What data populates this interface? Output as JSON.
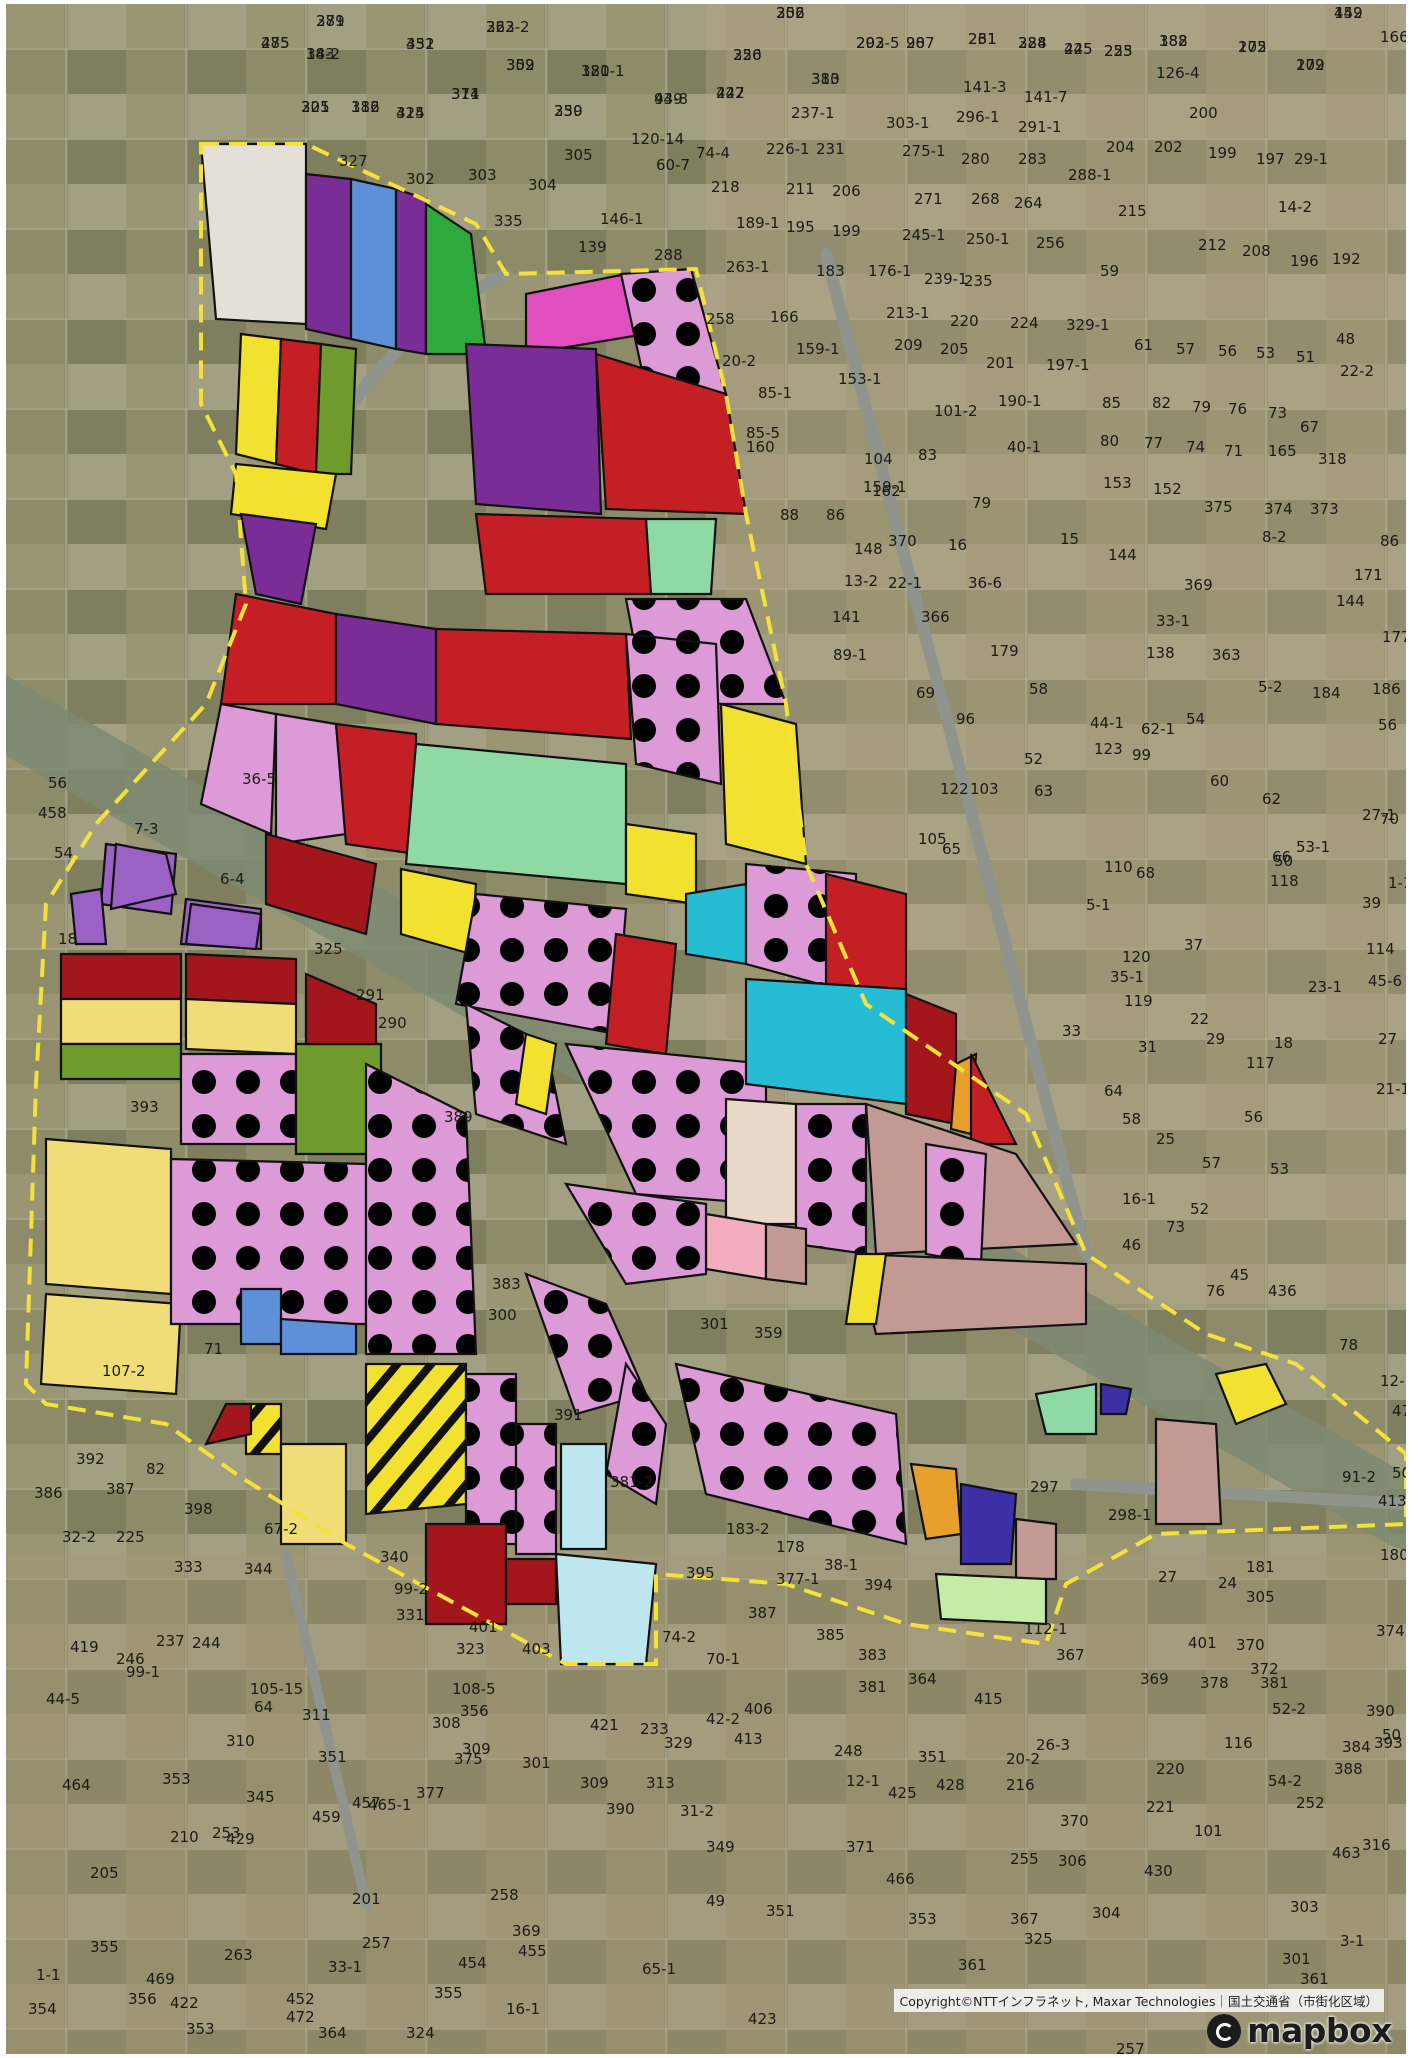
{
  "map": {
    "attribution": "Copyright©NTTインフラネット, Maxar Technologies｜国土交通省（市街化区域）",
    "logo": "mapbox",
    "colors": {
      "satellite_base": "#8b8a67",
      "boundary_line": "#f2e23a",
      "road": "#8f958c",
      "pink_dotted": "#dc9ad6",
      "red": "#c41f24",
      "dark_red": "#a3161b",
      "purple": "#7a2d96",
      "lavender": "#9a62c4",
      "yellow": "#f2e12f",
      "light_yellow": "#f1dd77",
      "green": "#2eaa3c",
      "olive_green": "#6f9a2c",
      "mint": "#8ed9a4",
      "cyan": "#26bcd4",
      "light_cyan": "#bde6ef",
      "blue": "#5e8fd9",
      "navy": "#3d2fa6",
      "magenta": "#e04fbd",
      "rose_brown": "#c29a93",
      "beige": "#e9d9c8",
      "orange": "#e8a02c",
      "light_pink": "#f2aebf",
      "light_green": "#c6eba6",
      "gray_white": "#e4e0d8"
    },
    "plot_labels": [
      {
        "t": "289"
      },
      {
        "t": "285"
      },
      {
        "t": "343"
      },
      {
        "t": "332"
      },
      {
        "t": "262-2"
      },
      {
        "t": "309"
      },
      {
        "t": "311"
      },
      {
        "t": "321"
      },
      {
        "t": "316"
      },
      {
        "t": "314"
      },
      {
        "t": "330"
      },
      {
        "t": "120-1"
      },
      {
        "t": "93-8"
      },
      {
        "t": "250"
      },
      {
        "t": "242"
      },
      {
        "t": "302"
      },
      {
        "t": "310"
      },
      {
        "t": "292-5"
      },
      {
        "t": "98"
      },
      {
        "t": "231"
      },
      {
        "t": "228"
      },
      {
        "t": "225"
      },
      {
        "t": "223"
      },
      {
        "t": "182"
      },
      {
        "t": "175"
      },
      {
        "t": "172"
      },
      {
        "t": "159"
      },
      {
        "t": "166"
      },
      {
        "t": "126-4"
      },
      {
        "t": "141-3"
      },
      {
        "t": "141-7"
      },
      {
        "t": "237-1"
      },
      {
        "t": "303-1"
      },
      {
        "t": "296-1"
      },
      {
        "t": "291-1"
      },
      {
        "t": "200"
      },
      {
        "t": "327"
      },
      {
        "t": "302"
      },
      {
        "t": "303"
      },
      {
        "t": "304"
      },
      {
        "t": "305"
      },
      {
        "t": "120-14"
      },
      {
        "t": "60-7"
      },
      {
        "t": "74-4"
      },
      {
        "t": "226-1"
      },
      {
        "t": "231"
      },
      {
        "t": "275-1"
      },
      {
        "t": "280"
      },
      {
        "t": "283"
      },
      {
        "t": "204"
      },
      {
        "t": "202"
      },
      {
        "t": "199"
      },
      {
        "t": "197"
      },
      {
        "t": "29-1"
      },
      {
        "t": "218"
      },
      {
        "t": "211"
      },
      {
        "t": "206"
      },
      {
        "t": "271"
      },
      {
        "t": "268"
      },
      {
        "t": "264"
      },
      {
        "t": "288-1"
      },
      {
        "t": "215"
      },
      {
        "t": "14-2"
      },
      {
        "t": "335"
      },
      {
        "t": "146-1"
      },
      {
        "t": "189-1"
      },
      {
        "t": "195"
      },
      {
        "t": "199"
      },
      {
        "t": "245-1"
      },
      {
        "t": "250-1"
      },
      {
        "t": "256"
      },
      {
        "t": "212"
      },
      {
        "t": "208"
      },
      {
        "t": "196"
      },
      {
        "t": "192"
      },
      {
        "t": "139"
      },
      {
        "t": "288"
      },
      {
        "t": "263-1"
      },
      {
        "t": "183"
      },
      {
        "t": "176-1"
      },
      {
        "t": "239-1"
      },
      {
        "t": "235"
      },
      {
        "t": "59"
      },
      {
        "t": "258"
      },
      {
        "t": "166"
      },
      {
        "t": "213-1"
      },
      {
        "t": "220"
      },
      {
        "t": "224"
      },
      {
        "t": "329-1"
      },
      {
        "t": "61"
      },
      {
        "t": "57"
      },
      {
        "t": "56"
      },
      {
        "t": "53"
      },
      {
        "t": "51"
      },
      {
        "t": "48"
      },
      {
        "t": "20-2"
      },
      {
        "t": "159-1"
      },
      {
        "t": "153-1"
      },
      {
        "t": "209"
      },
      {
        "t": "205"
      },
      {
        "t": "201"
      },
      {
        "t": "197-1"
      },
      {
        "t": "22-2"
      },
      {
        "t": "85-1"
      },
      {
        "t": "101-2"
      },
      {
        "t": "190-1"
      },
      {
        "t": "85"
      },
      {
        "t": "82"
      },
      {
        "t": "79"
      },
      {
        "t": "76"
      },
      {
        "t": "73"
      },
      {
        "t": "67"
      },
      {
        "t": "85-5"
      },
      {
        "t": "160"
      },
      {
        "t": "104"
      },
      {
        "t": "83"
      },
      {
        "t": "80"
      },
      {
        "t": "77"
      },
      {
        "t": "74"
      },
      {
        "t": "71"
      },
      {
        "t": "165"
      },
      {
        "t": "318"
      },
      {
        "t": "159-1"
      },
      {
        "t": "40-1"
      },
      {
        "t": "162"
      },
      {
        "t": "79"
      },
      {
        "t": "153"
      },
      {
        "t": "152"
      },
      {
        "t": "375"
      },
      {
        "t": "374"
      },
      {
        "t": "373"
      },
      {
        "t": "88"
      },
      {
        "t": "86"
      },
      {
        "t": "15"
      },
      {
        "t": "8-2"
      },
      {
        "t": "148"
      },
      {
        "t": "370"
      },
      {
        "t": "16"
      },
      {
        "t": "86"
      },
      {
        "t": "171"
      },
      {
        "t": "144"
      },
      {
        "t": "369"
      },
      {
        "t": "144"
      },
      {
        "t": "13-2"
      },
      {
        "t": "22-1"
      },
      {
        "t": "36-6"
      },
      {
        "t": "141"
      },
      {
        "t": "366"
      },
      {
        "t": "33-1"
      },
      {
        "t": "177"
      },
      {
        "t": "138"
      },
      {
        "t": "363"
      },
      {
        "t": "89-1"
      },
      {
        "t": "179"
      },
      {
        "t": "58"
      },
      {
        "t": "5-2"
      },
      {
        "t": "184"
      },
      {
        "t": "56"
      },
      {
        "t": "69"
      },
      {
        "t": "96"
      },
      {
        "t": "44-1"
      },
      {
        "t": "62-1"
      },
      {
        "t": "54"
      },
      {
        "t": "186"
      },
      {
        "t": "52"
      },
      {
        "t": "123"
      },
      {
        "t": "99"
      },
      {
        "t": "60"
      },
      {
        "t": "62"
      },
      {
        "t": "122"
      },
      {
        "t": "103"
      },
      {
        "t": "63"
      },
      {
        "t": "50"
      },
      {
        "t": "53-1"
      },
      {
        "t": "27-1"
      },
      {
        "t": "105"
      },
      {
        "t": "65"
      },
      {
        "t": "66"
      },
      {
        "t": "1-1"
      },
      {
        "t": "110"
      },
      {
        "t": "68"
      },
      {
        "t": "5-1"
      },
      {
        "t": "118"
      },
      {
        "t": "39"
      },
      {
        "t": "70"
      },
      {
        "t": "35-1"
      },
      {
        "t": "120"
      },
      {
        "t": "37"
      },
      {
        "t": "114"
      },
      {
        "t": "119"
      },
      {
        "t": "22"
      },
      {
        "t": "18"
      },
      {
        "t": "23-1"
      },
      {
        "t": "45-6"
      },
      {
        "t": "33"
      },
      {
        "t": "31"
      },
      {
        "t": "29"
      },
      {
        "t": "117"
      },
      {
        "t": "27"
      },
      {
        "t": "64"
      },
      {
        "t": "58"
      },
      {
        "t": "25"
      },
      {
        "t": "56"
      },
      {
        "t": "53"
      },
      {
        "t": "57"
      },
      {
        "t": "21-1"
      },
      {
        "t": "16-1"
      },
      {
        "t": "52"
      },
      {
        "t": "73"
      },
      {
        "t": "46"
      },
      {
        "t": "45"
      },
      {
        "t": "76"
      },
      {
        "t": "436"
      },
      {
        "t": "78"
      },
      {
        "t": "12-1"
      },
      {
        "t": "47"
      },
      {
        "t": "413"
      },
      {
        "t": "91-2"
      },
      {
        "t": "50"
      },
      {
        "t": "54"
      },
      {
        "t": "56"
      },
      {
        "t": "458"
      },
      {
        "t": "7-3"
      },
      {
        "t": "6-4"
      },
      {
        "t": "18"
      },
      {
        "t": "325"
      },
      {
        "t": "291"
      },
      {
        "t": "290"
      },
      {
        "t": "36-5"
      },
      {
        "t": "393"
      },
      {
        "t": "389"
      },
      {
        "t": "383"
      },
      {
        "t": "300"
      },
      {
        "t": "301"
      },
      {
        "t": "359"
      },
      {
        "t": "71"
      },
      {
        "t": "107-2"
      },
      {
        "t": "391"
      },
      {
        "t": "381-2"
      },
      {
        "t": "297"
      },
      {
        "t": "298-1"
      },
      {
        "t": "27"
      },
      {
        "t": "24"
      },
      {
        "t": "180"
      },
      {
        "t": "181"
      },
      {
        "t": "305"
      },
      {
        "t": "112-1"
      },
      {
        "t": "183-2"
      },
      {
        "t": "178"
      },
      {
        "t": "38-1"
      },
      {
        "t": "394"
      },
      {
        "t": "395"
      },
      {
        "t": "377-1"
      },
      {
        "t": "387"
      },
      {
        "t": "385"
      },
      {
        "t": "383"
      },
      {
        "t": "381"
      },
      {
        "t": "364"
      },
      {
        "t": "415"
      },
      {
        "t": "367"
      },
      {
        "t": "369"
      },
      {
        "t": "401"
      },
      {
        "t": "370"
      },
      {
        "t": "372"
      },
      {
        "t": "374"
      },
      {
        "t": "378"
      },
      {
        "t": "381"
      },
      {
        "t": "116"
      },
      {
        "t": "393"
      },
      {
        "t": "390"
      },
      {
        "t": "384"
      },
      {
        "t": "52-2"
      },
      {
        "t": "50"
      },
      {
        "t": "388"
      },
      {
        "t": "54-2"
      },
      {
        "t": "392"
      },
      {
        "t": "82"
      },
      {
        "t": "387"
      },
      {
        "t": "386"
      },
      {
        "t": "398"
      },
      {
        "t": "32-2"
      },
      {
        "t": "67-2"
      },
      {
        "t": "225"
      },
      {
        "t": "344"
      },
      {
        "t": "333"
      },
      {
        "t": "340"
      },
      {
        "t": "99-2"
      },
      {
        "t": "331"
      },
      {
        "t": "401"
      },
      {
        "t": "403"
      },
      {
        "t": "323"
      },
      {
        "t": "74-2"
      },
      {
        "t": "70-1"
      },
      {
        "t": "42-2"
      },
      {
        "t": "329"
      },
      {
        "t": "406"
      },
      {
        "t": "413"
      },
      {
        "t": "419"
      },
      {
        "t": "246"
      },
      {
        "t": "237"
      },
      {
        "t": "244"
      },
      {
        "t": "99-1"
      },
      {
        "t": "44-5"
      },
      {
        "t": "64"
      },
      {
        "t": "108-5"
      },
      {
        "t": "105-15"
      },
      {
        "t": "356"
      },
      {
        "t": "311"
      },
      {
        "t": "310"
      },
      {
        "t": "309"
      },
      {
        "t": "308"
      },
      {
        "t": "421"
      },
      {
        "t": "233"
      },
      {
        "t": "248"
      },
      {
        "t": "12-1"
      },
      {
        "t": "351"
      },
      {
        "t": "20-2"
      },
      {
        "t": "26-3"
      },
      {
        "t": "220"
      },
      {
        "t": "221"
      },
      {
        "t": "101"
      },
      {
        "t": "464"
      },
      {
        "t": "353"
      },
      {
        "t": "351"
      },
      {
        "t": "345"
      },
      {
        "t": "377"
      },
      {
        "t": "375"
      },
      {
        "t": "301"
      },
      {
        "t": "309"
      },
      {
        "t": "313"
      },
      {
        "t": "31-2"
      },
      {
        "t": "425"
      },
      {
        "t": "428"
      },
      {
        "t": "216"
      },
      {
        "t": "252"
      },
      {
        "t": "463"
      },
      {
        "t": "316"
      },
      {
        "t": "205"
      },
      {
        "t": "210"
      },
      {
        "t": "253"
      },
      {
        "t": "459"
      },
      {
        "t": "457"
      },
      {
        "t": "465-1"
      },
      {
        "t": "390"
      },
      {
        "t": "349"
      },
      {
        "t": "371"
      },
      {
        "t": "370"
      },
      {
        "t": "430"
      },
      {
        "t": "429"
      },
      {
        "t": "201"
      },
      {
        "t": "258"
      },
      {
        "t": "255"
      },
      {
        "t": "466"
      },
      {
        "t": "369"
      },
      {
        "t": "306"
      },
      {
        "t": "304"
      },
      {
        "t": "303"
      },
      {
        "t": "355"
      },
      {
        "t": "263"
      },
      {
        "t": "257"
      },
      {
        "t": "455"
      },
      {
        "t": "49"
      },
      {
        "t": "351"
      },
      {
        "t": "353"
      },
      {
        "t": "367"
      },
      {
        "t": "325"
      },
      {
        "t": "3-1"
      },
      {
        "t": "1-1"
      },
      {
        "t": "469"
      },
      {
        "t": "33-1"
      },
      {
        "t": "454"
      },
      {
        "t": "301"
      },
      {
        "t": "354"
      },
      {
        "t": "356"
      },
      {
        "t": "422"
      },
      {
        "t": "452"
      },
      {
        "t": "355"
      },
      {
        "t": "361"
      },
      {
        "t": "361"
      },
      {
        "t": "353"
      },
      {
        "t": "472"
      },
      {
        "t": "16-1"
      },
      {
        "t": "65-1"
      },
      {
        "t": "364"
      },
      {
        "t": "324"
      },
      {
        "t": "423"
      },
      {
        "t": "257"
      },
      {
        "t": "371"
      },
      {
        "t": "475"
      },
      {
        "t": "18-2"
      },
      {
        "t": "451"
      },
      {
        "t": "323"
      },
      {
        "t": "352"
      },
      {
        "t": "374"
      },
      {
        "t": "205"
      },
      {
        "t": "182"
      },
      {
        "t": "425"
      },
      {
        "t": "259"
      },
      {
        "t": "381"
      },
      {
        "t": "449"
      },
      {
        "t": "326"
      },
      {
        "t": "427"
      },
      {
        "t": "256"
      },
      {
        "t": "383"
      },
      {
        "t": "203"
      },
      {
        "t": "207"
      },
      {
        "t": "261"
      },
      {
        "t": "384"
      },
      {
        "t": "445"
      },
      {
        "t": "255"
      },
      {
        "t": "388"
      },
      {
        "t": "202"
      },
      {
        "t": "209"
      },
      {
        "t": "442"
      }
    ]
  }
}
